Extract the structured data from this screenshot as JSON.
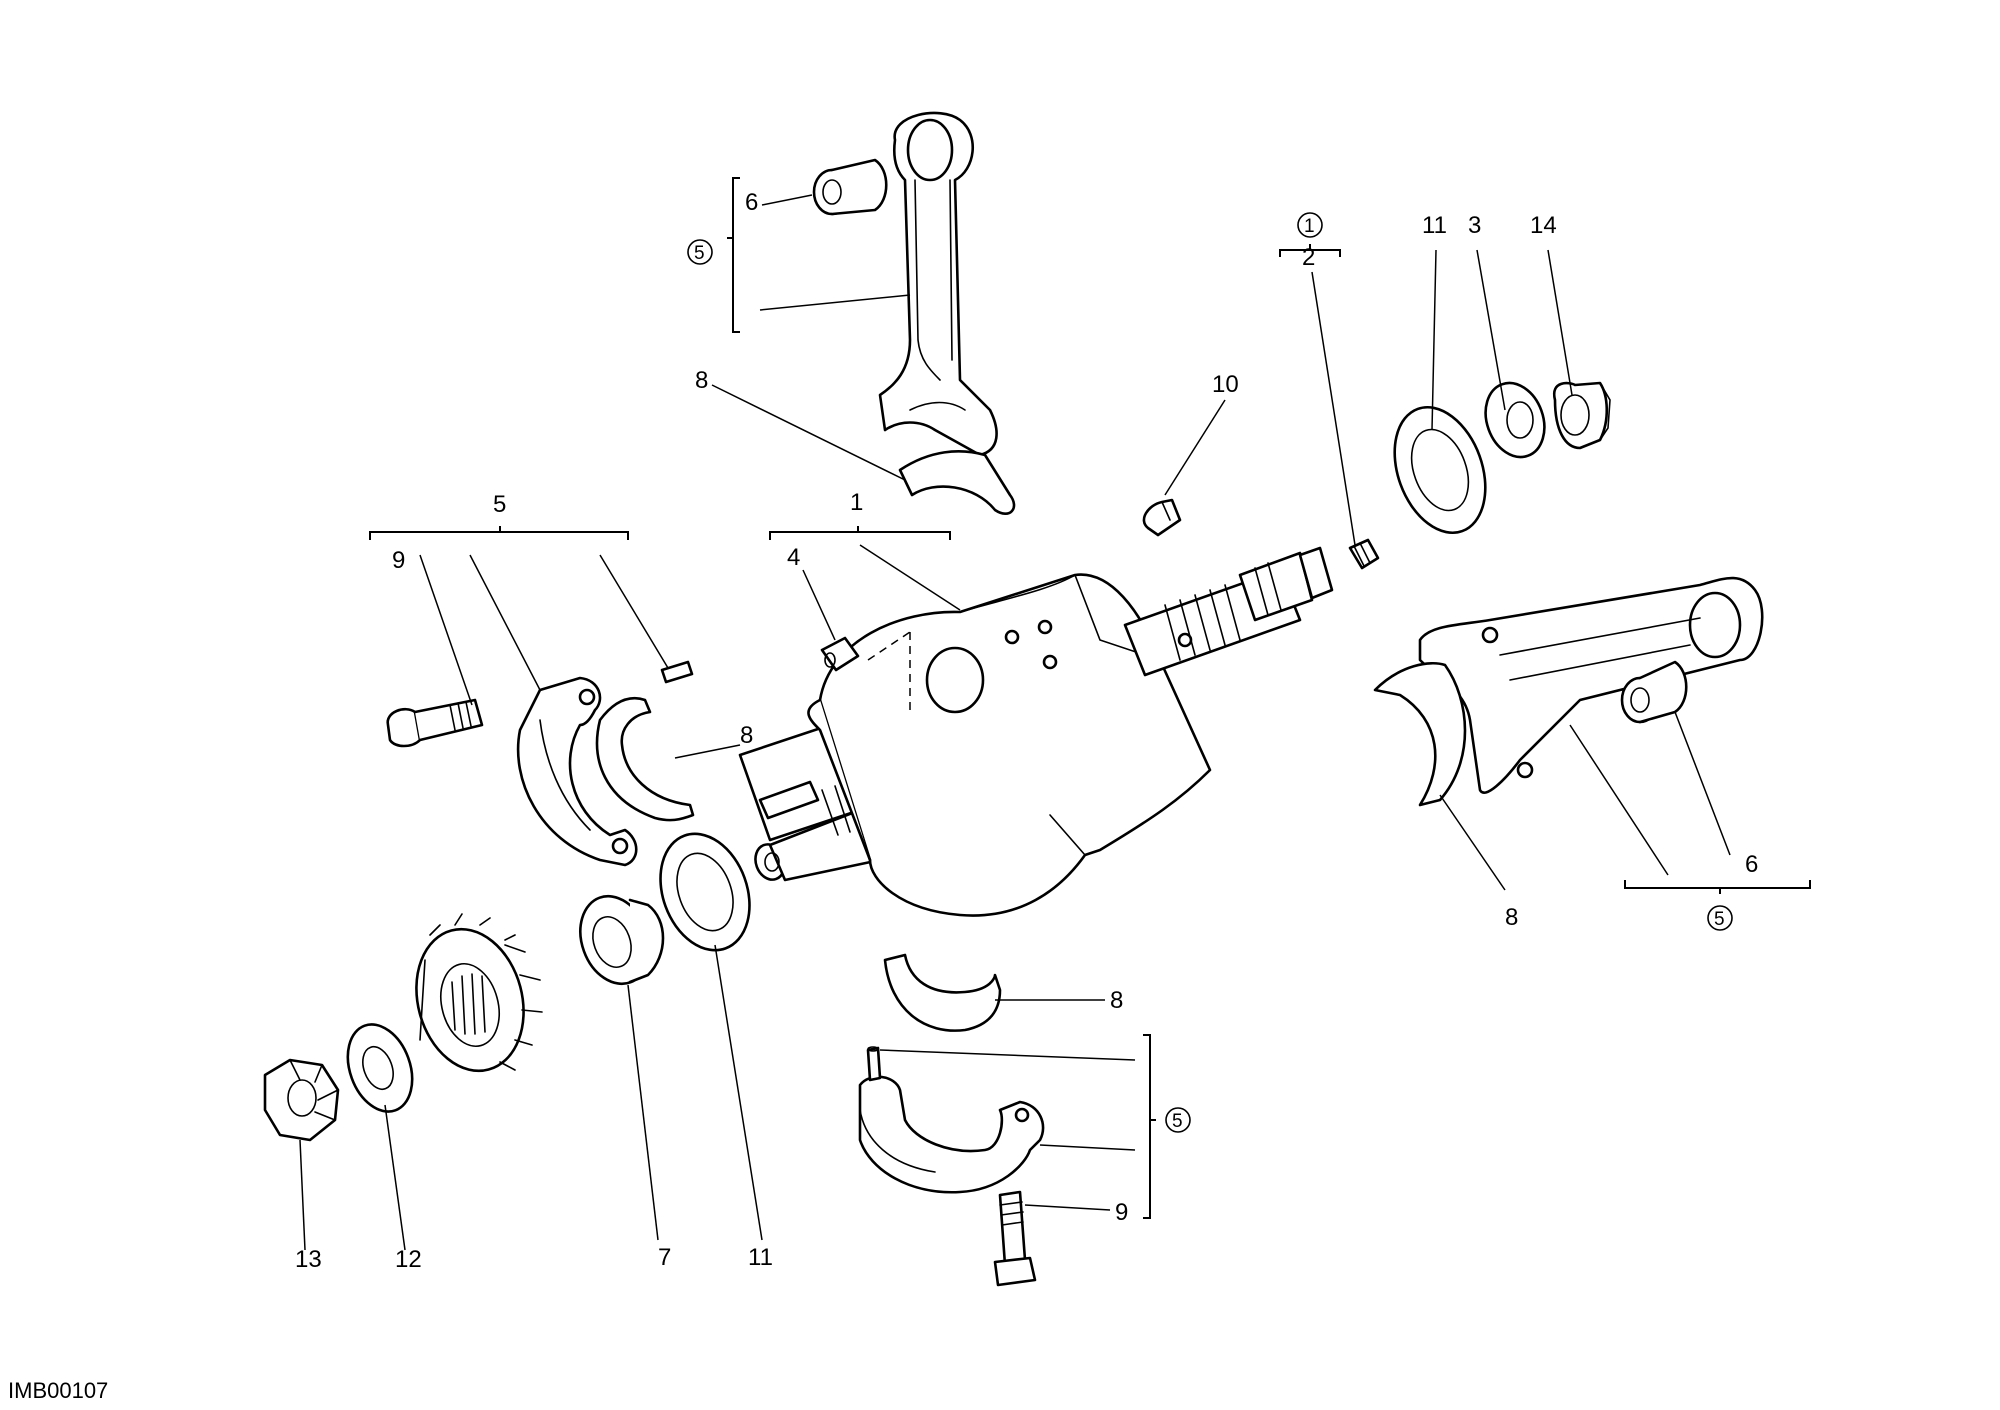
{
  "drawing_code": "IMB00107",
  "callouts": {
    "c1": "1",
    "c2": "2",
    "c3": "3",
    "c4": "4",
    "c5": "5",
    "c6": "6",
    "c7": "7",
    "c8": "8",
    "c9": "9",
    "c10": "10",
    "c11": "11",
    "c12": "12",
    "c13": "13",
    "c14": "14"
  },
  "group_symbols": {
    "kit1": "1",
    "kit5": "5"
  }
}
